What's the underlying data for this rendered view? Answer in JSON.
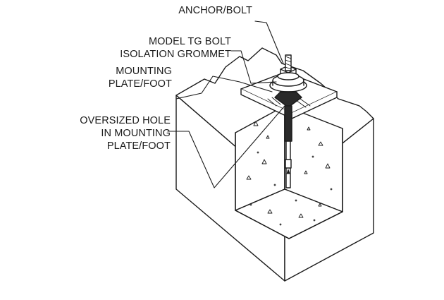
{
  "callouts": {
    "anchor_bolt": "ANCHOR/BOLT",
    "grommet_line1": "MODEL TG BOLT",
    "grommet_line2": "ISOLATION GROMMET",
    "plate_line1": "MOUNTING",
    "plate_line2": "PLATE/FOOT",
    "hole_line1": "OVERSIZED HOLE",
    "hole_line2": "IN MOUNTING",
    "hole_line3": "PLATE/FOOT"
  },
  "colors": {
    "ink": "#1a1a1a",
    "paper": "#ffffff",
    "rubber": "#2a2a2a"
  }
}
